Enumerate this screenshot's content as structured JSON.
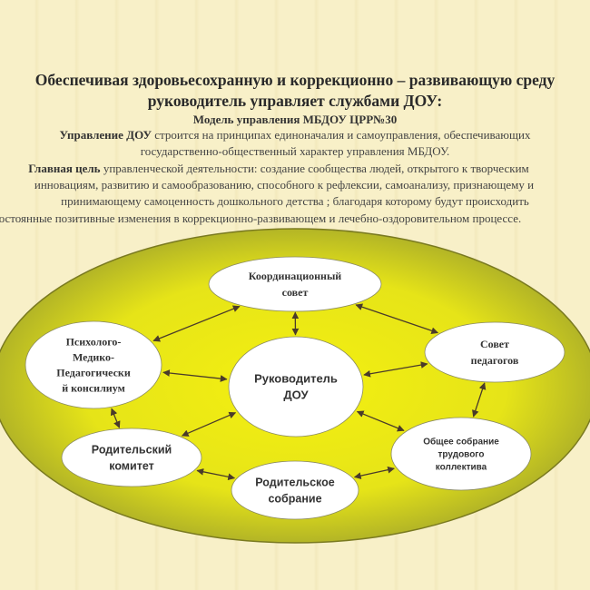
{
  "header": {
    "title_line1": "Обеспечивая здоровьесохранную и коррекционно – развивающую среду",
    "title_line2": "руководитель управляет службами ДОУ:",
    "subtitle": "Модель управления МБДОУ ЦРР№30",
    "para1_bold": "Управление ДОУ",
    "para1_line1": " строится на принципах единоначалия и самоуправления, обеспечивающих",
    "para1_line2": "государственно-общественный характер управления МБДОУ.",
    "para2_bold": "Главная цель",
    "para2_line1": " управленческой деятельности: создание  сообщества людей, открытого к творческим",
    "para2_line2": "инновациям, развитию и самообразованию, способного к рефлексии, самоанализу, признающему и",
    "para2_line3": "принимающему самоценность дошкольного  детства ; благодаря которому будут происходить",
    "para2_line4": "постоянные позитивные изменения в коррекционно-развивающем и лечебно-оздоровительном процессе."
  },
  "diagram": {
    "colors": {
      "outer_ellipse_center": "#f2ee10",
      "outer_ellipse_edge": "#b8b820",
      "node_fill": "#ffffff",
      "arrow": "#4a3b2a"
    },
    "nodes": {
      "coord": [
        "Координационный",
        "совет"
      ],
      "psych": [
        "Психолого-",
        "Медико-",
        "Педагогически",
        "й консилиум"
      ],
      "head": [
        "Руководитель",
        "ДОУ"
      ],
      "teachers": [
        "Совет",
        "педагогов"
      ],
      "parent_committee": [
        "Родительский",
        "комитет"
      ],
      "parent_meeting": [
        "Родительское",
        "собрание"
      ],
      "staff_meeting": [
        "Общее собрание",
        "трудового",
        "коллектива"
      ]
    },
    "edges": [
      [
        "coord",
        "psych"
      ],
      [
        "coord",
        "head"
      ],
      [
        "coord",
        "teachers"
      ],
      [
        "psych",
        "head"
      ],
      [
        "head",
        "teachers"
      ],
      [
        "psych",
        "parent_committee"
      ],
      [
        "head",
        "parent_committee"
      ],
      [
        "head",
        "staff_meeting"
      ],
      [
        "teachers",
        "staff_meeting"
      ],
      [
        "parent_committee",
        "parent_meeting"
      ],
      [
        "parent_meeting",
        "staff_meeting"
      ]
    ]
  }
}
